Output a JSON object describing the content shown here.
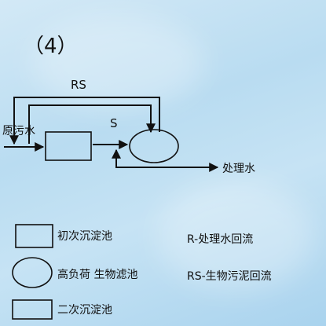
{
  "problem_number": "（4）",
  "flow": {
    "rs_label": "RS",
    "s_label": "S",
    "influent_label": "原污水",
    "effluent_label": "处理水"
  },
  "legend": {
    "primary_clarifier": "初次沉淀池",
    "biofilter": "高负荷 生物滤池",
    "secondary_clarifier": "二次沉淀池"
  },
  "notes": {
    "r": "R-处理水回流",
    "rs": "RS-生物污泥回流"
  }
}
